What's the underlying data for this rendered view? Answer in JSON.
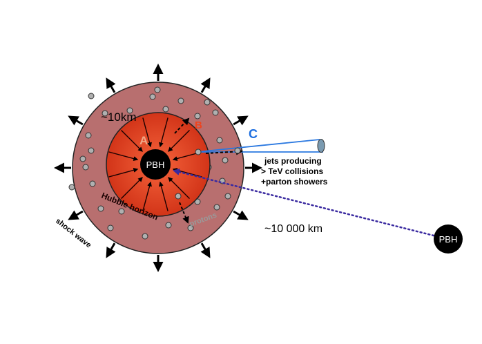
{
  "labels": {
    "outer_radius": "~10km",
    "region_a": "A",
    "region_b": "B",
    "region_c": "C",
    "center_pbh": "PBH",
    "far_pbh": "PBH",
    "jets_line1": "jets producing",
    "jets_line2": "> TeV collisions",
    "jets_line3": "+parton showers",
    "hubble_horizon": "Hubble horizon",
    "protons": "protons",
    "shock_wave": "shock wave",
    "distance": "~10 000 km"
  },
  "colors": {
    "outer_disk": "#b86f6f",
    "inner_disk_center": "#f5643c",
    "inner_disk_edge": "#d23418",
    "pbh": "#000000",
    "label_a": "#f0a888",
    "label_b": "#f0431c",
    "label_c": "#1e6fe0",
    "jet": "#2a78e0",
    "distance_line": "#3a2aa0",
    "protons": "#9a9a9a",
    "particle": "#b0b0b0"
  }
}
